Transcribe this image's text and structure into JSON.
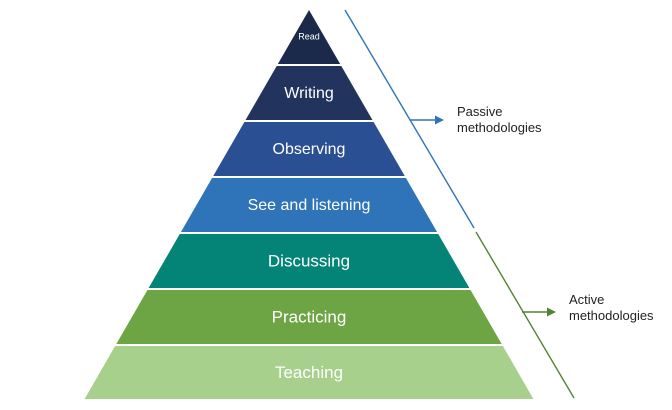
{
  "pyramid": {
    "layers": [
      {
        "label": "Read",
        "color": "#1b2a4a"
      },
      {
        "label": "Writing",
        "color": "#22335d"
      },
      {
        "label": "Observing",
        "color": "#2b4f93"
      },
      {
        "label": "See and listening",
        "color": "#2f74b8"
      },
      {
        "label": "Discussing",
        "color": "#038477"
      },
      {
        "label": "Practicing",
        "color": "#6ea544"
      },
      {
        "label": "Teaching",
        "color": "#a8d08d"
      }
    ]
  },
  "groups": {
    "passive": {
      "line1": "Passive",
      "line2": "methodologies",
      "color": "#2f74b8"
    },
    "active": {
      "line1": "Active",
      "line2": "methodologies",
      "color": "#548235"
    }
  }
}
